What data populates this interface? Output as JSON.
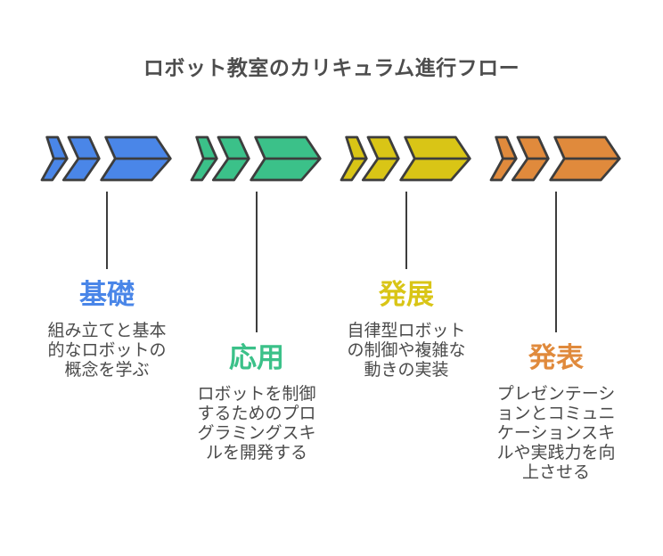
{
  "title": "ロボット教室のカリキュラム進行フロー",
  "colors": {
    "outline": "#3d3d3d",
    "title_text": "#4d4d4d",
    "description_text": "#4a4a4a",
    "background": "#ffffff"
  },
  "stages": [
    {
      "name": "基礎",
      "color": "#4a86e8",
      "description": "組み立てと基本的なロボットの概念を学ぶ"
    },
    {
      "name": "応用",
      "color": "#3bc189",
      "description": "ロボットを制御するためのプログラミングスキルを開発する"
    },
    {
      "name": "発展",
      "color": "#d9c516",
      "description": "自律型ロボットの制御や複雑な動きの実装"
    },
    {
      "name": "発表",
      "color": "#e08a3c",
      "description": "プレゼンテーションとコミュニケーションスキルや実践力を向上させる"
    }
  ]
}
